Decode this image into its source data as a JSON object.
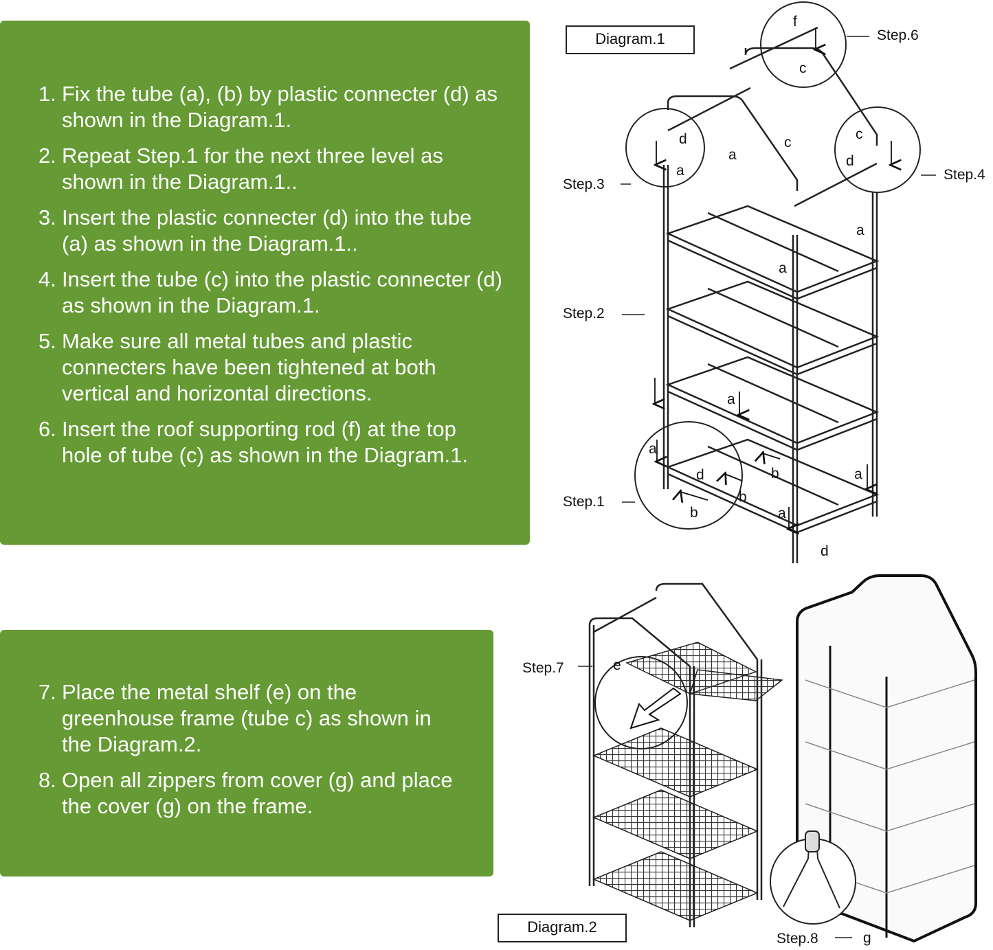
{
  "instructions_1": [
    {
      "num": "1.",
      "text": "Fix the tube (a), (b) by plastic connecter (d) as shown in the Diagram.1."
    },
    {
      "num": "2.",
      "text": "Repeat Step.1 for the next three level  as shown in the Diagram.1.."
    },
    {
      "num": "3.",
      "text": "Insert the plastic connecter (d) into the tube (a) as shown in the Diagram.1.."
    },
    {
      "num": "4.",
      "text": "Insert the tube (c) into the plastic connecter (d)  as shown in the Diagram.1."
    },
    {
      "num": "5.",
      "text": "Make sure all metal tubes and plastic connecters have been tightened at both vertical and horizontal directions."
    },
    {
      "num": "6.",
      "text": "Insert the roof supporting rod (f) at the top hole of tube (c) as shown in the Diagram.1."
    }
  ],
  "instructions_2": [
    {
      "num": "7.",
      "text": "Place the metal shelf (e) on the greenhouse frame (tube c) as shown in the Diagram.2."
    },
    {
      "num": "8.",
      "text": "Open all zippers from cover (g) and place the cover (g) on the frame."
    }
  ],
  "diagram1": {
    "label": "Diagram.1",
    "steps": {
      "step1": "Step.1",
      "step2": "Step.2",
      "step3": "Step.3",
      "step4": "Step.4",
      "step6": "Step.6"
    },
    "parts": {
      "a": "a",
      "b": "b",
      "c": "c",
      "d": "d",
      "f": "f"
    }
  },
  "diagram2": {
    "label": "Diagram.2",
    "steps": {
      "step7": "Step.7",
      "step8": "Step.8"
    },
    "parts": {
      "e": "e",
      "g": "g"
    }
  },
  "colors": {
    "panel": "#659a34",
    "text": "#ffffff",
    "line": "#222222"
  }
}
